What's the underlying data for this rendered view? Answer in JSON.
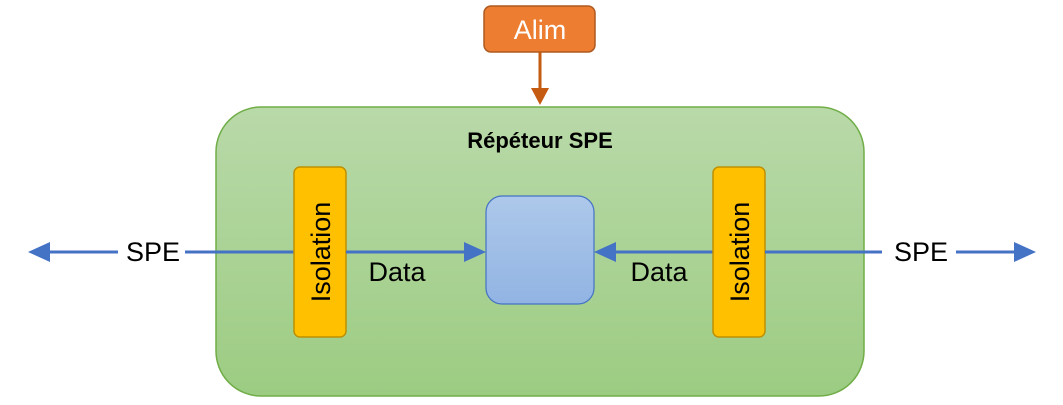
{
  "diagram": {
    "power": {
      "label": "Alim"
    },
    "repeater": {
      "title": "Répéteur SPE"
    },
    "left": {
      "port_label": "SPE",
      "isolation_label": "Isolation",
      "data_label": "Data"
    },
    "right": {
      "port_label": "SPE",
      "isolation_label": "Isolation",
      "data_label": "Data"
    },
    "core": {
      "label": ""
    }
  },
  "colors": {
    "power_fill": "#ed7d31",
    "power_stroke": "#ae5a21",
    "repeater_fill_top": "#b9d9a9",
    "repeater_fill_bottom": "#9ccc82",
    "repeater_stroke": "#70ad47",
    "isolation_fill": "#ffc000",
    "isolation_stroke": "#bf9000",
    "core_fill_top": "#adc8ea",
    "core_fill_bottom": "#92b4e3",
    "core_stroke": "#4472c4",
    "arrow": "#4472c4",
    "power_arrow": "#c55a11"
  }
}
